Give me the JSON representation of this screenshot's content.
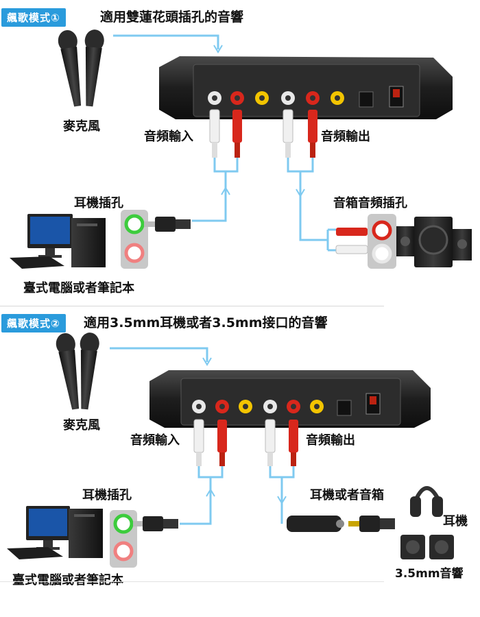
{
  "sections": [
    {
      "badge": "飆歌模式①",
      "title": "適用雙蓮花頭插孔的音響",
      "labels": {
        "mic": "麥克風",
        "audio_in": "音頻輸入",
        "audio_out": "音頻輸出",
        "headphone_jack": "耳機插孔",
        "speaker_jack": "音箱音頻插孔",
        "computer": "臺式電腦或者筆記本"
      }
    },
    {
      "badge": "飆歌模式②",
      "title": "適用3.5mm耳機或者3.5mm接口的音響",
      "labels": {
        "mic": "麥克風",
        "audio_in": "音頻輸入",
        "audio_out": "音頻輸出",
        "headphone_jack": "耳機插孔",
        "headphone_or_speaker": "耳機或者音箱",
        "headphone": "耳機",
        "speaker_35": "3.5mm音響",
        "computer": "臺式電腦或者筆記本"
      }
    }
  ],
  "colors": {
    "badge": "#2a9bdc",
    "wire": "#7fcaf0",
    "device_body": "#2a2a2a",
    "rca_red": "#d8271c",
    "rca_white": "#f0f0f0",
    "rca_yellow": "#f2c400",
    "jack_green": "#3dcc3d",
    "jack_pink": "#f08080"
  }
}
